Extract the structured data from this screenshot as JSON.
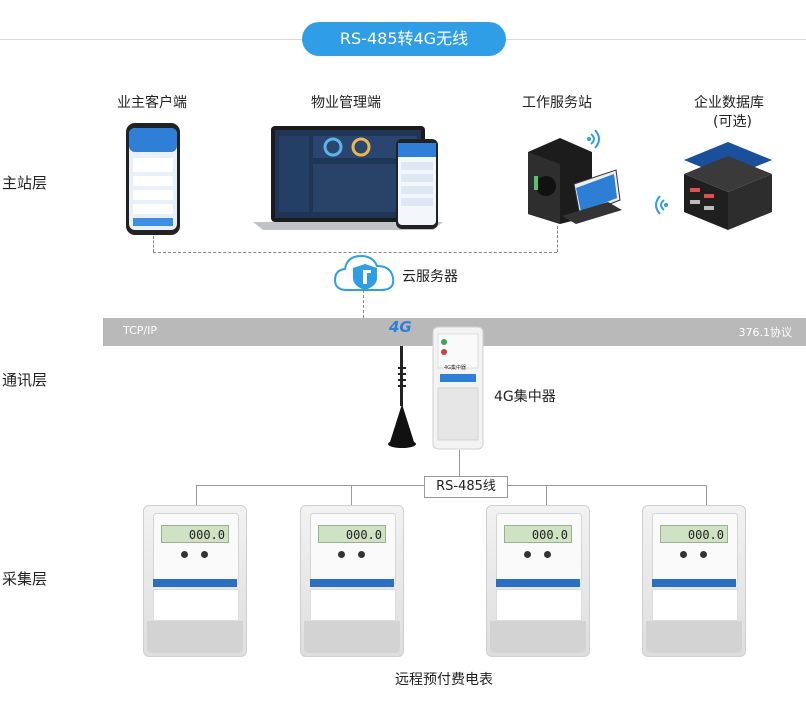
{
  "title": "RS-485转4G无线",
  "layers": {
    "master": "主站层",
    "comm": "通讯层",
    "collect": "采集层"
  },
  "master_nodes": {
    "owner_client": "业主客户端",
    "property_mgmt": "物业管理端",
    "workstation": "工作服务站",
    "database": "企业数据库",
    "database_note": "(可选)"
  },
  "cloud_label": "云服务器",
  "band": {
    "left": "TCP/IP",
    "right": "376.1协议"
  },
  "concentrator": {
    "label": "4G集中器",
    "device_text": "4G集中器",
    "badge": "4G"
  },
  "bus_label": "RS-485线",
  "meters": {
    "reading": "000.0",
    "caption": "远程预付费电表",
    "count": 4
  },
  "colors": {
    "accent": "#2f9ee6",
    "band": "#b9b9b9",
    "meter_blue": "#2a6fc1"
  }
}
